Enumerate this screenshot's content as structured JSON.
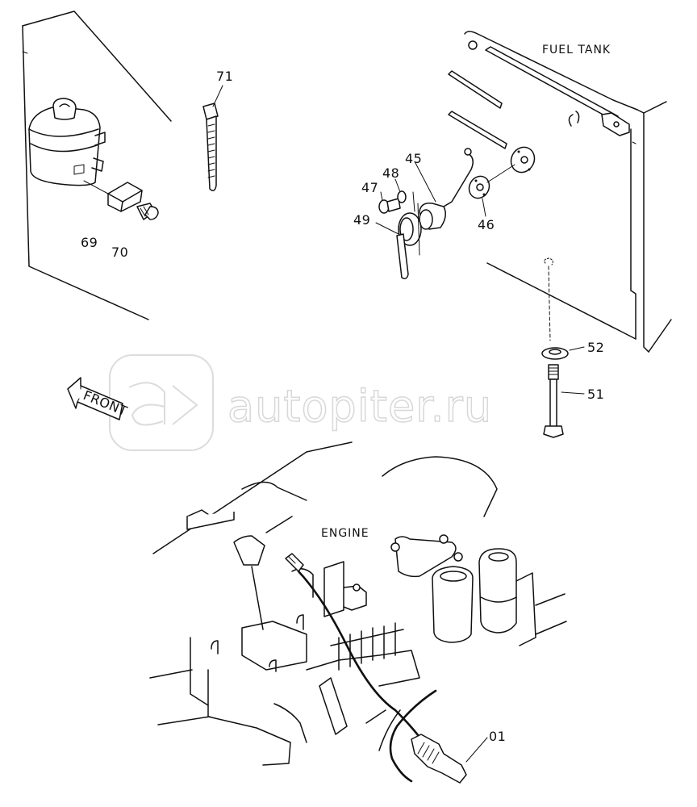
{
  "labels": {
    "fuel_tank": "FUEL TANK",
    "engine": "ENGINE",
    "front": "FRONT",
    "p71": "71",
    "p69": "69",
    "p70": "70",
    "p45": "45",
    "p46": "46",
    "p47": "47",
    "p48": "48",
    "p49": "49",
    "p52": "52",
    "p51": "51",
    "p01": "01"
  },
  "watermark": {
    "text": "autopiter.ru"
  }
}
